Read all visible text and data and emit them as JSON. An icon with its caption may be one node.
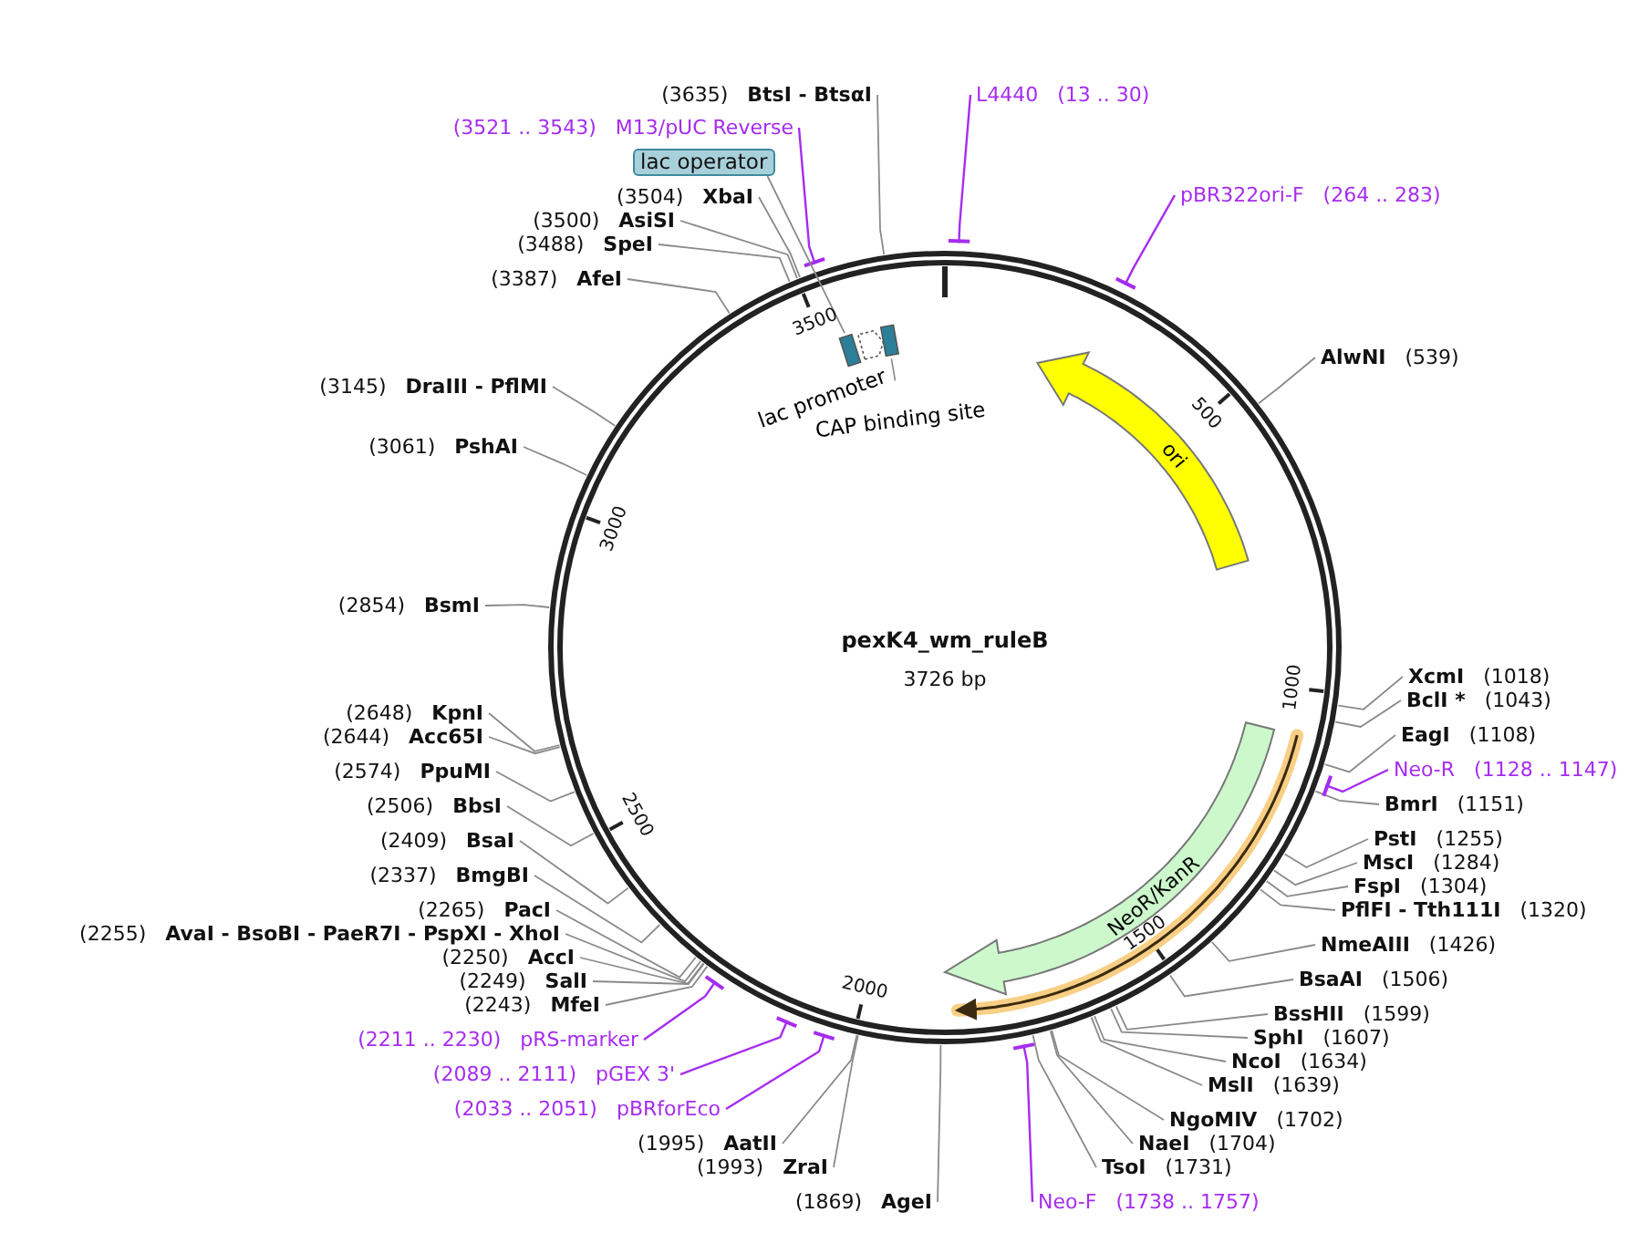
{
  "diagram": {
    "title": "pexK4_wm_ruleB",
    "nodes": [
      {
        "text": [
          "(3635)",
          "BtsI - BtsαI"
        ]
      },
      {
        "text": [
          "(3521 .. 3543)",
          "M13/pUC Reverse"
        ]
      },
      {
        "text": [
          "lac operator"
        ]
      },
      {
        "text": [
          "(3504)",
          "XbaI"
        ]
      },
      {
        "text": [
          "(3500)",
          "AsiSI"
        ]
      },
      {
        "text": [
          "(3488)",
          "SpeI"
        ]
      },
      {
        "text": [
          "(3387)",
          "AfeI"
        ]
      },
      {
        "text": [
          "(3145)",
          "DraIII - PflMI"
        ]
      },
      {
        "text": [
          "(3061)",
          "PshAI"
        ]
      },
      {
        "text": [
          "(2854)",
          "BsmI"
        ]
      },
      {
        "text": [
          "(2648)",
          "KpnI"
        ]
      },
      {
        "text": [
          "(2644)",
          "Acc65I"
        ]
      },
      {
        "text": [
          "(2574)",
          "PpuMI"
        ]
      },
      {
        "text": [
          "(2506)",
          "BbsI"
        ]
      },
      {
        "text": [
          "(2409)",
          "BsaI"
        ]
      },
      {
        "text": [
          "(2337)",
          "BmgBI"
        ]
      },
      {
        "text": [
          "(2265)",
          "PacI"
        ]
      },
      {
        "text": [
          "(2255)",
          "AvaI - BsoBI - PaeR7I - PspXI - XhoI"
        ]
      },
      {
        "text": [
          "(2250)",
          "AccI"
        ]
      },
      {
        "text": [
          "(2249)",
          "SalI"
        ]
      },
      {
        "text": [
          "(2243)",
          "MfeI"
        ]
      },
      {
        "text": [
          "(2211 .. 2230)",
          "pRS-marker"
        ]
      },
      {
        "text": [
          "(2089 .. 2111)",
          "pGEX 3'"
        ]
      },
      {
        "text": [
          "(2033 .. 2051)",
          "pBRforEco"
        ]
      },
      {
        "text": [
          "(1995)",
          "AatII"
        ]
      },
      {
        "text": [
          "(1993)",
          "ZraI"
        ]
      },
      {
        "text": [
          "(1869)",
          "AgeI"
        ]
      },
      {
        "text": [
          "Neo-F",
          "(1738 .. 1757)"
        ]
      },
      {
        "text": [
          "TsoI",
          "(1731)"
        ]
      },
      {
        "text": [
          "NaeI",
          "(1704)"
        ]
      },
      {
        "text": [
          "NgoMIV",
          "(1702)"
        ]
      },
      {
        "text": [
          "MslI",
          "(1639)"
        ]
      },
      {
        "text": [
          "NcoI",
          "(1634)"
        ]
      },
      {
        "text": [
          "SphI",
          "(1607)"
        ]
      },
      {
        "text": [
          "BssHII",
          "(1599)"
        ]
      },
      {
        "text": [
          "BsaAI",
          "(1506)"
        ]
      },
      {
        "text": [
          "NmeAIII",
          "(1426)"
        ]
      },
      {
        "text": [
          "PflFI - Tth111I",
          "(1320)"
        ]
      },
      {
        "text": [
          "FspI",
          "(1304)"
        ]
      },
      {
        "text": [
          "MscI",
          "(1284)"
        ]
      },
      {
        "text": [
          "PstI",
          "(1255)"
        ]
      },
      {
        "text": [
          "BmrI",
          "(1151)"
        ]
      },
      {
        "text": [
          "Neo-R",
          "(1128 .. 1147)"
        ]
      },
      {
        "text": [
          "EagI",
          "(1108)"
        ]
      },
      {
        "text": [
          "BclI *",
          "(1043)"
        ]
      },
      {
        "text": [
          "XcmI",
          "(1018)"
        ]
      },
      {
        "text": [
          "AlwNI",
          "(539)"
        ]
      },
      {
        "text": [
          "pBR322ori-F",
          "(264 .. 283)"
        ]
      },
      {
        "text": [
          "L4440",
          "(13 .. 30)"
        ]
      },
      {
        "text": [
          "ori"
        ]
      },
      {
        "text": [
          "NeoR/KanR"
        ]
      },
      {
        "text": [
          "lac promoter"
        ]
      },
      {
        "text": [
          "CAP binding site"
        ]
      },
      {
        "text": [],
        "shape": "box"
      }
    ],
    "edges": [
      {
        "from": 0,
        "to": null,
        "arrow": "none"
      },
      {
        "from": 1,
        "to": null,
        "arrow": "none",
        "color": "#a62cf0"
      },
      {
        "from": 2,
        "to": 53,
        "arrow": "none"
      },
      {
        "from": 3,
        "to": null,
        "arrow": "none"
      },
      {
        "from": 4,
        "to": null,
        "arrow": "none"
      },
      {
        "from": 5,
        "to": null,
        "arrow": "none"
      },
      {
        "from": 6,
        "to": null,
        "arrow": "none"
      },
      {
        "from": 7,
        "to": null,
        "arrow": "none"
      },
      {
        "from": 8,
        "to": null,
        "arrow": "none"
      },
      {
        "from": 9,
        "to": null,
        "arrow": "none"
      },
      {
        "from": 10,
        "to": null,
        "arrow": "none"
      },
      {
        "from": 11,
        "to": null,
        "arrow": "none"
      },
      {
        "from": 12,
        "to": null,
        "arrow": "none"
      },
      {
        "from": 13,
        "to": null,
        "arrow": "none"
      },
      {
        "from": 14,
        "to": null,
        "arrow": "none"
      },
      {
        "from": 15,
        "to": null,
        "arrow": "none"
      },
      {
        "from": 16,
        "to": null,
        "arrow": "none"
      },
      {
        "from": 17,
        "to": null,
        "arrow": "none"
      },
      {
        "from": 18,
        "to": null,
        "arrow": "none"
      },
      {
        "from": 19,
        "to": null,
        "arrow": "none"
      },
      {
        "from": 20,
        "to": null,
        "arrow": "none"
      },
      {
        "from": 21,
        "to": null,
        "arrow": "none",
        "color": "#a62cf0"
      },
      {
        "from": 22,
        "to": null,
        "arrow": "none",
        "color": "#a62cf0"
      },
      {
        "from": 23,
        "to": null,
        "arrow": "none",
        "color": "#a62cf0"
      },
      {
        "from": 24,
        "to": null,
        "arrow": "none"
      },
      {
        "from": 25,
        "to": null,
        "arrow": "none"
      },
      {
        "from": 26,
        "to": null,
        "arrow": "none"
      },
      {
        "from": 27,
        "to": null,
        "arrow": "none",
        "color": "#a62cf0"
      },
      {
        "from": 28,
        "to": null,
        "arrow": "none"
      },
      {
        "from": 29,
        "to": null,
        "arrow": "none"
      },
      {
        "from": 30,
        "to": null,
        "arrow": "none"
      },
      {
        "from": 31,
        "to": null,
        "arrow": "none"
      },
      {
        "from": 32,
        "to": null,
        "arrow": "none"
      },
      {
        "from": 33,
        "to": null,
        "arrow": "none"
      },
      {
        "from": 34,
        "to": null,
        "arrow": "none"
      },
      {
        "from": 35,
        "to": null,
        "arrow": "none"
      },
      {
        "from": 36,
        "to": null,
        "arrow": "none"
      },
      {
        "from": 37,
        "to": null,
        "arrow": "none"
      },
      {
        "from": 38,
        "to": null,
        "arrow": "none"
      },
      {
        "from": 39,
        "to": null,
        "arrow": "none"
      },
      {
        "from": 40,
        "to": null,
        "arrow": "none"
      },
      {
        "from": 41,
        "to": null,
        "arrow": "none"
      },
      {
        "from": 42,
        "to": null,
        "arrow": "none",
        "color": "#a62cf0"
      },
      {
        "from": 43,
        "to": null,
        "arrow": "none"
      },
      {
        "from": 44,
        "to": null,
        "arrow": "none"
      },
      {
        "from": 45,
        "to": null,
        "arrow": "none"
      },
      {
        "from": 46,
        "to": null,
        "arrow": "none"
      },
      {
        "from": 47,
        "to": null,
        "arrow": "none",
        "color": "#a62cf0"
      },
      {
        "from": 48,
        "to": null,
        "arrow": "none",
        "color": "#a62cf0"
      }
    ],
    "labels": [
      "3726 bp",
      "500",
      "1000",
      "1500",
      "2000",
      "2500",
      "3000",
      "3500"
    ]
  }
}
